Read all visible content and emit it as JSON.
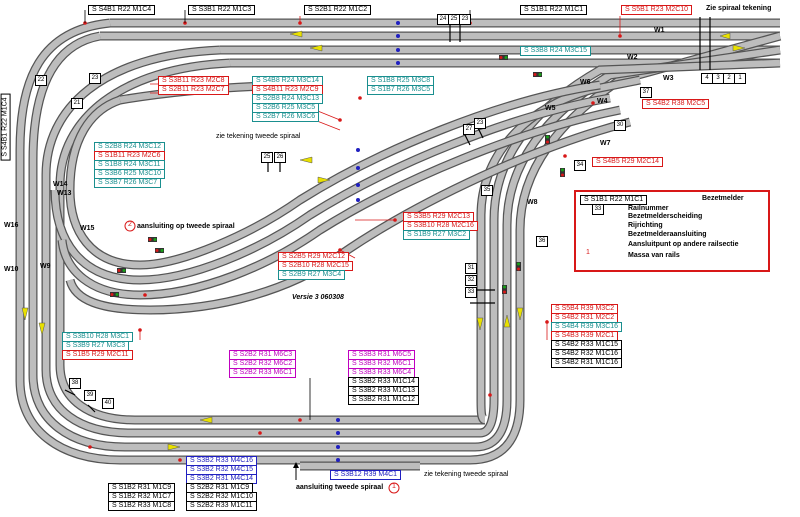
{
  "version": "Versie 3 060308",
  "top_notes": {
    "zie_tekening": "Zie spiraal tekening",
    "tweede_spiraal_top": "zie tekening tweede spiraal",
    "tweede_spiraal_bottom": "zie tekening tweede spiraal",
    "aansluiting_bottom": "aansluiting tweede spiraal",
    "aansluiting_left": "aansluiting op tweede spiraal",
    "marker_1": "1",
    "marker_2": "2"
  },
  "wissels": [
    "W1",
    "W2",
    "W3",
    "W4",
    "W5",
    "W6",
    "W7",
    "W8",
    "W9",
    "W10",
    "W13",
    "W14",
    "W15",
    "W16"
  ],
  "rail_numbers": {
    "top_right": [
      "24",
      "25",
      "23"
    ],
    "bottom_right": [
      "4",
      "3",
      "2",
      "1"
    ],
    "left": [
      "22",
      "23",
      "21"
    ],
    "mid": [
      "23",
      "27",
      "30",
      "31",
      "32",
      "33",
      "34",
      "35",
      "36",
      "37",
      "38",
      "39",
      "40",
      "25",
      "26"
    ]
  },
  "vertical_label": "S S4B1 R22 M1C4",
  "labels": {
    "t1": "S S4B1 R22  M1C4",
    "t2": "S S3B1 R22  M1C3",
    "t3": "S S2B1 R22  M1C2",
    "t4": "S S1B1 R22  M1C1",
    "t5": "S S5B1 R23  M2C10",
    "c1": "S S3B8 R24  M3C15",
    "m1": "S S3B11 R23  M2C8",
    "m2": "S S2B11 R23  M2C7",
    "m3": "S S4B8 R24  M3C14",
    "m4": "S S4B11 R23  M2C9",
    "m5": "S S2B8 R24  M3C13",
    "m6": "S S2B6 R25  M3C5",
    "m7": "S S2B7 R26  M3C6",
    "m8": "S S1B8 R25  M3C8",
    "m9": "S S1B7 R26  M3C5",
    "l1": "S S2B8 R24  M3C12",
    "l2": "S S1B11 R23  M2C6",
    "l3": "S S1B8 R24  M3C11",
    "l4": "S S3B6 R25  M3C10",
    "l5": "S S3B7 R26  M3C7",
    "r1": "S S4B2 R38  M2C5",
    "r2": "S S4B5 R29  M2C14",
    "c2": "S S3B5 R29  M2C13",
    "c3": "S S3B10 R28  M2C16",
    "c4": "S S1B9 R27  M3C2",
    "c5": "S S2B5 R29  M2C12",
    "c6": "S S2B10 R28  M2C15",
    "c7": "S S2B9 R27  M3C4",
    "b1": "S S3B10 R28  M3C1",
    "b2": "S S3B9 R27  M3C3",
    "b3": "S S1B5 R29  M2C11",
    "p1": "S S2B2 R31  M6C3",
    "p2": "S S2B2 R32  M6C2",
    "p3": "S S2B2 R33  M6C1",
    "p4": "S S3B3 R31  M6C5",
    "p5": "S S3B3 R32  M6C1",
    "p6": "S S3B3 R33  M6C4",
    "k1": "S S3B2 R33  M1C14",
    "k2": "S S3B2 R33  M1C13",
    "k3": "S S3B2 R31  M1C12",
    "rr1": "S S5B4 R39  M3C2",
    "rr2": "S S4B2 R31  M2C2",
    "rr3": "S S4B4 R39  M3C16",
    "rr4": "S S4B3 R39  M2C1",
    "rr5": "S S4B2 R33  M1C15",
    "rr6": "S S4B2 R32  M1C16",
    "rr7": "S S4B2 R31  M1C16",
    "u1": "S S3B2 R33  M4C16",
    "u2": "S S3B2 R32  M4C15",
    "u3": "S S3B2 R31  M4C14",
    "u4": "S S1B2 R31  M1C9",
    "u5": "S S1B2 R32  M1C7",
    "u6": "S S1B2 R33  M1C8",
    "u7": "S S2B2 R31  M1C9",
    "u8": "S S2B2 R32  M1C10",
    "u9": "S S2B2 R33  M1C11",
    "bb": "S S3B12 R39  M4C1"
  },
  "legend": {
    "row1_label": "S S1B1 R22  M1C1",
    "row1": "Bezetmelder",
    "row2": "Railnummer",
    "row3": "Bezetmelderscheiding",
    "row4": "Rijrichting",
    "row5": "Bezetmelderaansluiting",
    "row6": "Aansluitpunt op andere railsectie",
    "row7": "Massa van rails",
    "rail_sample": "33",
    "point_sample": "1"
  },
  "colors": {
    "track": "#9a9a9a",
    "track_edge": "#555555",
    "red": "#d81818",
    "cyan": "#1a8f8f",
    "magenta": "#c000c0",
    "blue": "#2020c0",
    "arrow": "#e8e000"
  }
}
